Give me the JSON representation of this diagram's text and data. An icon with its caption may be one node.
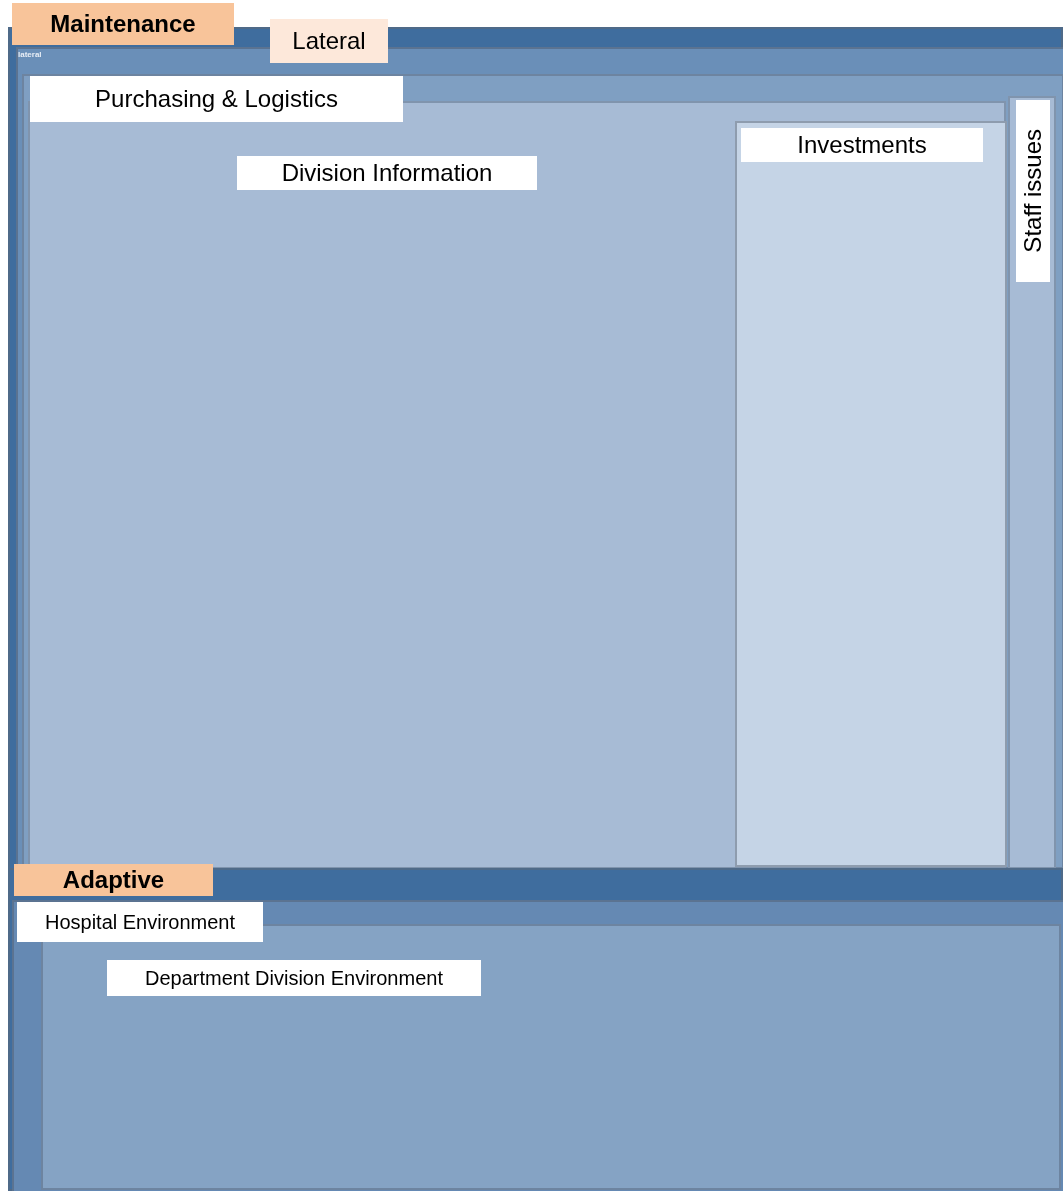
{
  "diagram": {
    "nodes": [
      {
        "text": [
          "Maintenance"
        ]
      },
      {
        "text": [
          "Lateral"
        ],
        "in": 0
      },
      {
        "text": [
          "Purchasing & Logistics"
        ],
        "in": 1
      },
      {
        "text": [
          "Division Information"
        ],
        "in": 2
      },
      {
        "text": [
          "Investments"
        ],
        "in": 3
      },
      {
        "text": [
          "Staff issues"
        ],
        "in": 2
      },
      {
        "text": [
          "Adaptive"
        ]
      },
      {
        "text": [
          "Hospital Environment"
        ],
        "in": 6
      },
      {
        "text": [
          "Department Division Environment"
        ],
        "in": 7
      }
    ],
    "labels": [
      "lateral"
    ]
  }
}
